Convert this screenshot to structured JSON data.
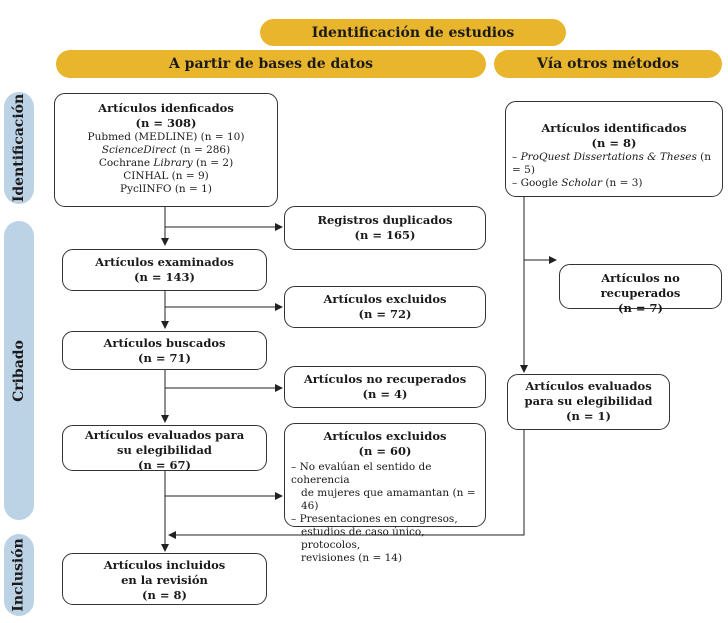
{
  "headers": {
    "top": "Identificación de estudios",
    "databases": "A partir de bases de datos",
    "other": "Vía otros métodos"
  },
  "phases": {
    "identificacion": "Identificación",
    "cribado": "Cribado",
    "inclusion": "Inclusión"
  },
  "db": {
    "identified": {
      "title": "Artículos idenficados",
      "n": "(n = 308)",
      "sources": [
        "Pubmed (MEDLINE) (n = 10)",
        "ScienceDirect",
        " (n = 286)",
        "Cochrane ",
        "Library",
        " (n = 2)",
        "CINHAL (n = 9)",
        "PyclINFO (n = 1)"
      ]
    },
    "duplicates": {
      "title": "Registros duplicados",
      "n": "(n = 165)"
    },
    "screened": {
      "title": "Artículos examinados",
      "n": "(n = 143)"
    },
    "excluded1": {
      "title": "Artículos excluidos",
      "n": "(n = 72)"
    },
    "sought": {
      "title": "Artículos buscados",
      "n": "(n = 71)"
    },
    "not_retrieved": {
      "title": "Artículos no recuperados",
      "n": "(n = 4)"
    },
    "assessed": {
      "title1": "Artículos evaluados para",
      "title2": "su elegibilidad",
      "n": "(n = 67)"
    },
    "excluded2": {
      "title": "Artículos excluidos",
      "n": "(n = 60)",
      "reasons": [
        "– No evalúan el sentido de coherencia",
        "de  mujeres que amamantan (n = 46)",
        "– Presentaciones en congresos,",
        "estudios de caso único, protocolos,",
        "revisiones (n = 14)"
      ]
    },
    "included": {
      "title1": "Artículos incluidos",
      "title2": "en la revisión",
      "n": "(n = 8)"
    }
  },
  "other": {
    "identified": {
      "title": "Artículos identificados",
      "n": "(n = 8)",
      "sources": [
        "– ",
        "ProQuest Dissertations & Theses",
        " (n = 5)",
        "– Google ",
        "Scholar",
        " (n = 3)"
      ]
    },
    "not_retrieved": {
      "title": "Artículos no recuperados",
      "n": "(n = 7)"
    },
    "assessed": {
      "title1": "Artículos evaluados",
      "title2": "para su elegibilidad",
      "n": "(n = 1)"
    }
  },
  "colors": {
    "header": "#e9b52d",
    "phase": "#bcd3e6",
    "border": "#333333"
  }
}
